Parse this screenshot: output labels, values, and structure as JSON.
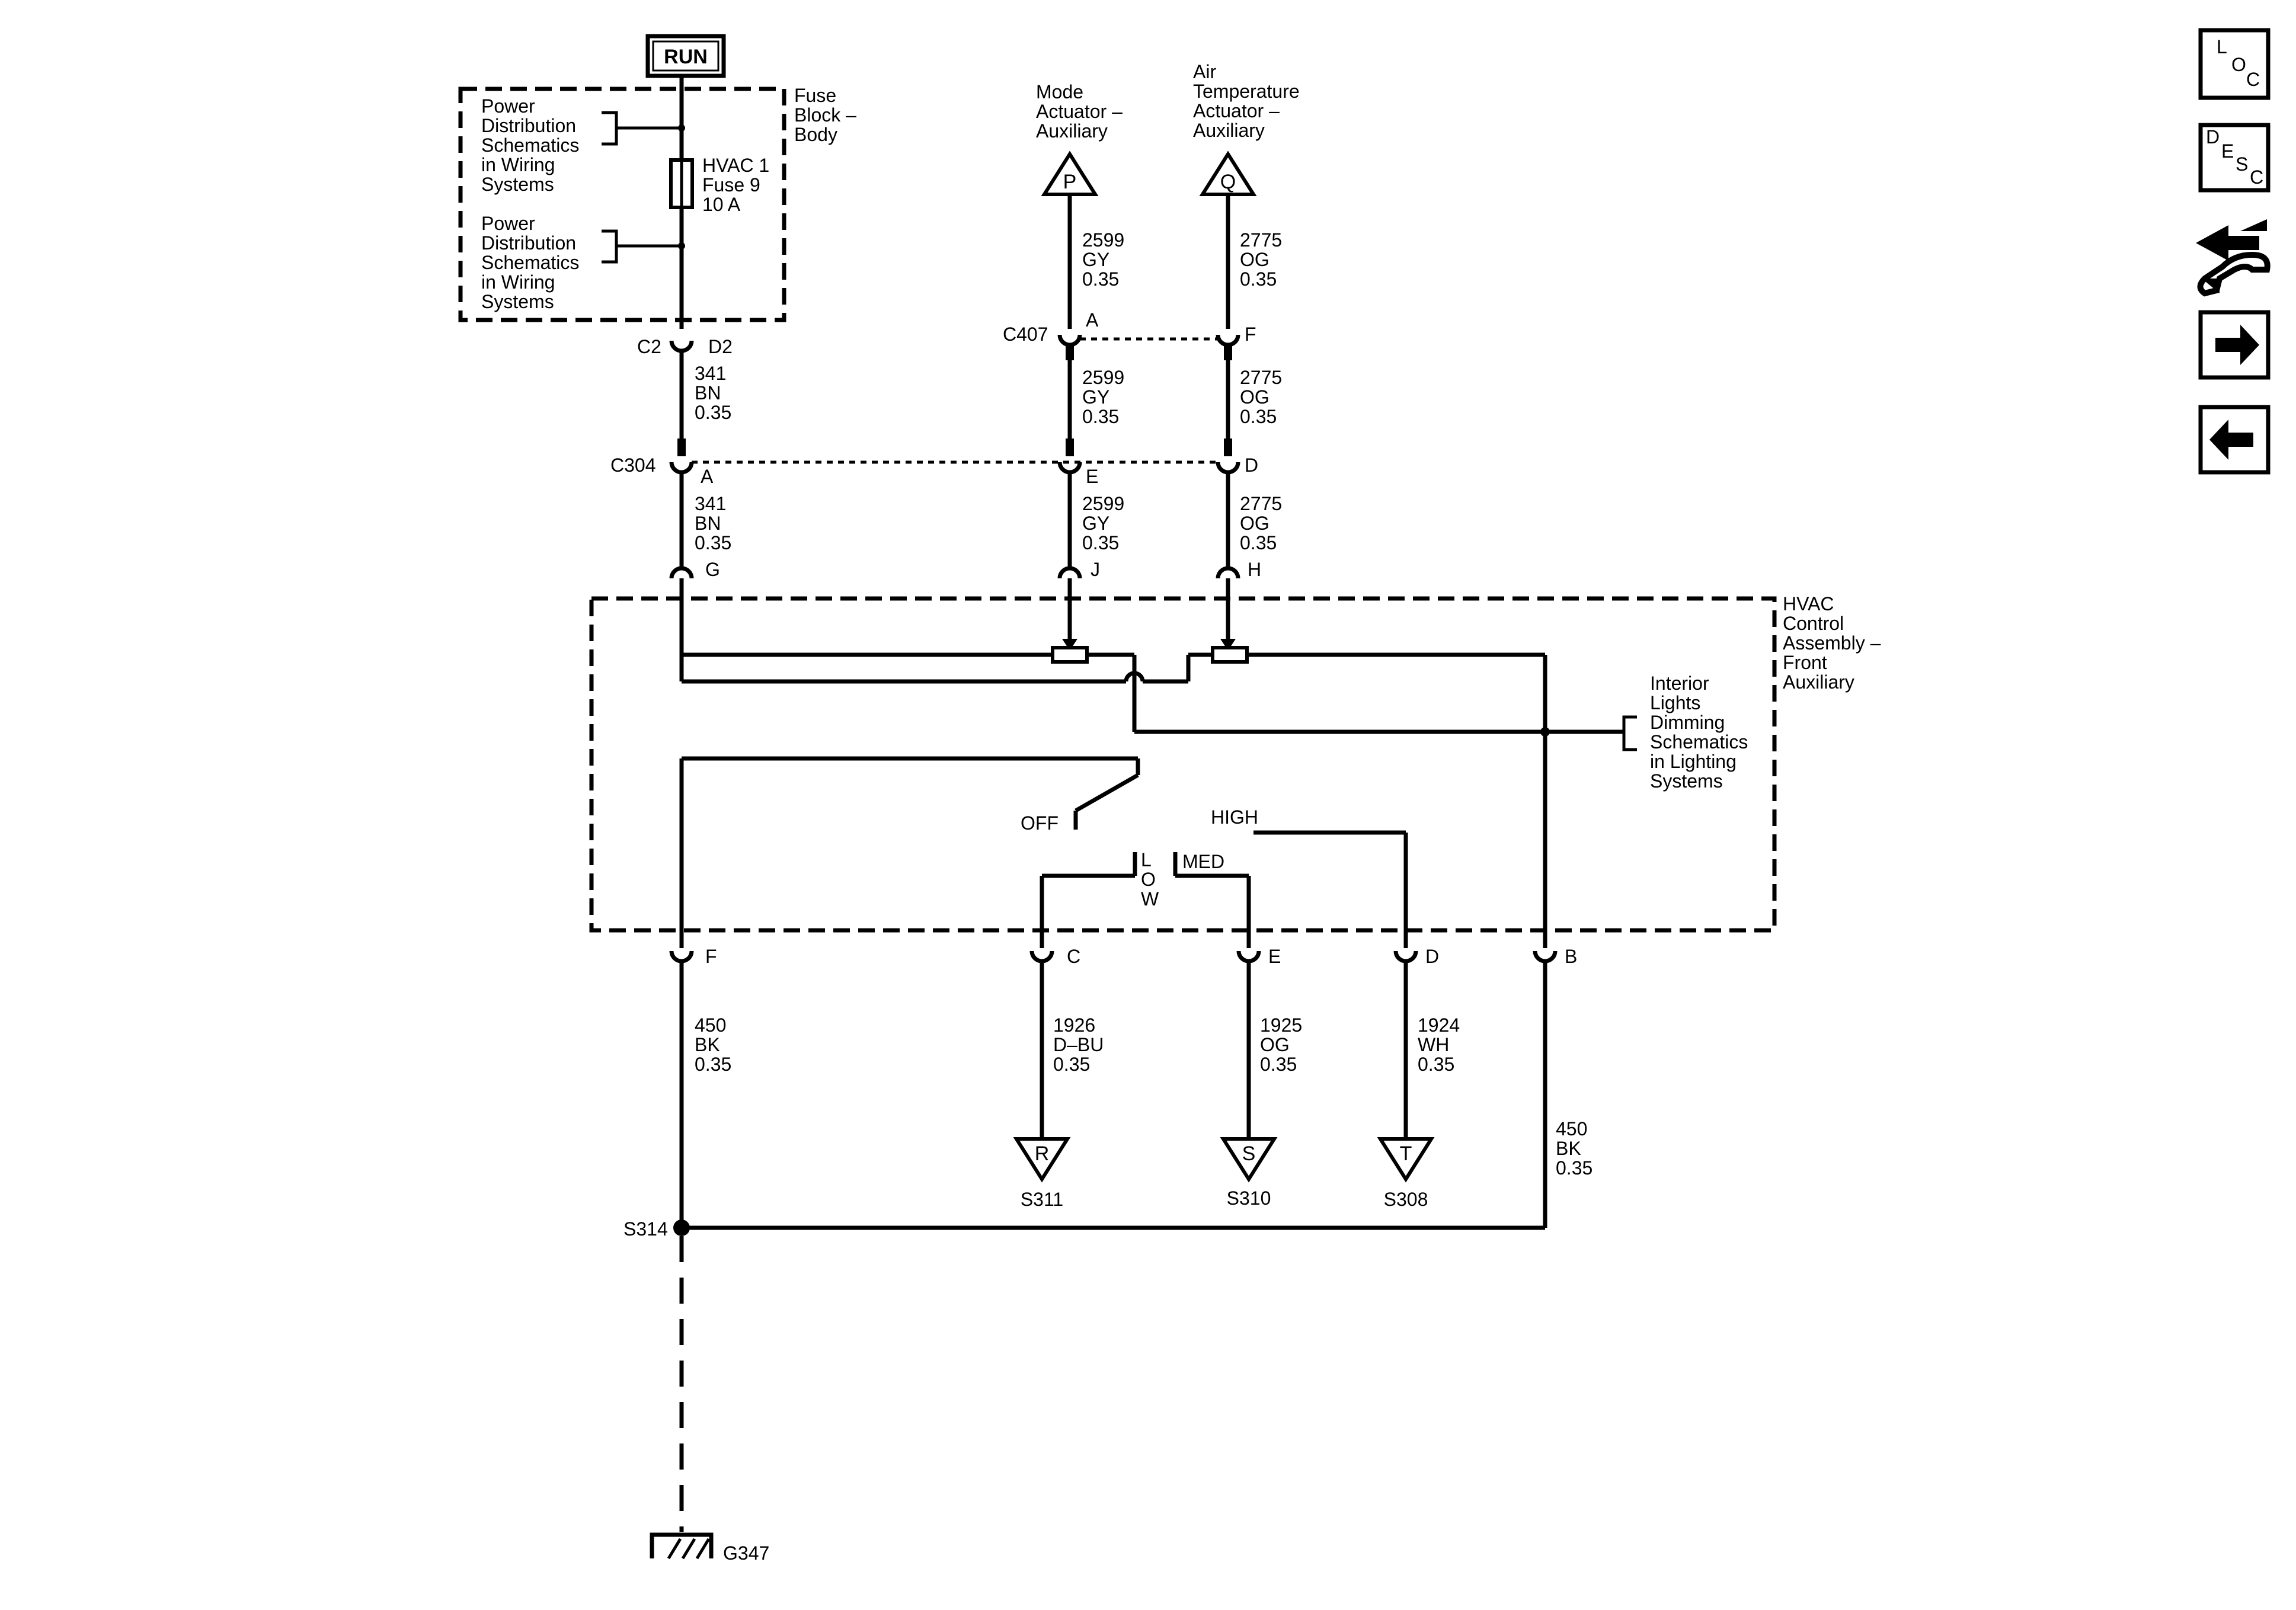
{
  "power": {
    "run": "RUN"
  },
  "fuse_block": {
    "name": [
      "Fuse",
      "Block –",
      "Body"
    ],
    "ref1": [
      "Power",
      "Distribution",
      "Schematics",
      "in Wiring",
      "Systems"
    ],
    "ref2": [
      "Power",
      "Distribution",
      "Schematics",
      "in Wiring",
      "Systems"
    ],
    "fuse": [
      "HVAC 1",
      "Fuse 9",
      "10 A"
    ]
  },
  "connectors": {
    "c2": "C2",
    "d2": "D2",
    "c304": "C304",
    "c304_a": "A",
    "c304_e": "E",
    "c304_d": "D",
    "c407": "C407",
    "c407_a": "A",
    "c407_f": "F",
    "g": "G",
    "j": "J",
    "h": "H",
    "f": "F",
    "c": "C",
    "e": "E",
    "d": "D",
    "b": "B"
  },
  "wires": {
    "w341_top": [
      "341",
      "BN",
      "0.35"
    ],
    "w341_bot": [
      "341",
      "BN",
      "0.35"
    ],
    "w2599_top": [
      "2599",
      "GY",
      "0.35"
    ],
    "w2599_mid": [
      "2599",
      "GY",
      "0.35"
    ],
    "w2599_bot": [
      "2599",
      "GY",
      "0.35"
    ],
    "w2775_top": [
      "2775",
      "OG",
      "0.35"
    ],
    "w2775_mid": [
      "2775",
      "OG",
      "0.35"
    ],
    "w2775_bot": [
      "2775",
      "OG",
      "0.35"
    ],
    "w450_left": [
      "450",
      "BK",
      "0.35"
    ],
    "w450_right": [
      "450",
      "BK",
      "0.35"
    ],
    "w1926": [
      "1926",
      "D–BU",
      "0.35"
    ],
    "w1925": [
      "1925",
      "OG",
      "0.35"
    ],
    "w1924": [
      "1924",
      "WH",
      "0.35"
    ]
  },
  "offpage": {
    "p": {
      "letter": "P",
      "title": [
        "Mode",
        "Actuator –",
        "Auxiliary"
      ]
    },
    "q": {
      "letter": "Q",
      "title": [
        "Air",
        "Temperature",
        "Actuator –",
        "Auxiliary"
      ]
    },
    "r": {
      "letter": "R",
      "splice": "S311"
    },
    "s": {
      "letter": "S",
      "splice": "S310"
    },
    "t": {
      "letter": "T",
      "splice": "S308"
    }
  },
  "hvac": {
    "name": [
      "HVAC",
      "Control",
      "Assembly –",
      "Front",
      "Auxiliary"
    ],
    "interior": [
      "Interior",
      "Lights",
      "Dimming",
      "Schematics",
      "in Lighting",
      "Systems"
    ],
    "off": "OFF",
    "low": [
      "L",
      "O",
      "W"
    ],
    "med": "MED",
    "high": "HIGH"
  },
  "splice": {
    "s314": "S314"
  },
  "ground": {
    "g347": "G347"
  },
  "nav": {
    "loc": [
      "L",
      "O",
      "C"
    ],
    "desc": [
      "D",
      "E",
      "S",
      "C"
    ]
  }
}
